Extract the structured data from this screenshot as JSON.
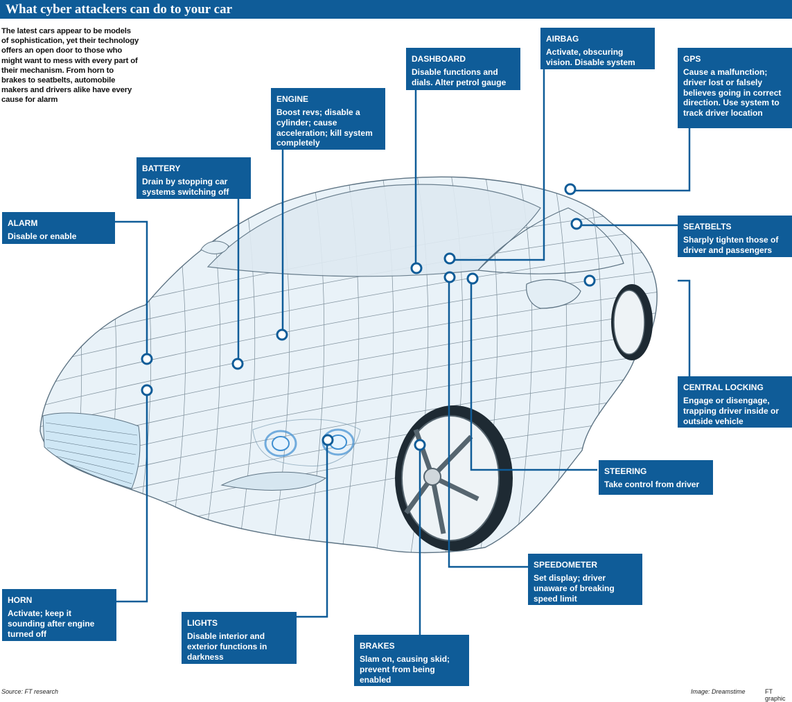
{
  "title": "What cyber attackers can do to your car",
  "intro": "The latest cars appear to be models of sophistication, yet their technology offers an open door to those who might want to mess with every part of their mechanism. From horn to brakes to seatbelts, automobile makers and drivers alike have every cause for alarm",
  "colors": {
    "accent": "#0f5c98",
    "background": "#ffffff"
  },
  "callouts": [
    {
      "id": "alarm",
      "title": "ALARM",
      "text": "Disable or enable"
    },
    {
      "id": "battery",
      "title": "BATTERY",
      "text": "Drain by stopping car systems switching off"
    },
    {
      "id": "engine",
      "title": "ENGINE",
      "text": "Boost revs; disable a cylinder; cause acceleration; kill system completely"
    },
    {
      "id": "dashboard",
      "title": "DASHBOARD",
      "text": "Disable functions and dials. Alter petrol gauge"
    },
    {
      "id": "airbag",
      "title": "AIRBAG",
      "text": "Activate, obscuring vision. Disable system"
    },
    {
      "id": "gps",
      "title": "GPS",
      "text": "Cause a malfunction; driver lost or falsely believes going in correct direction. Use system to track driver location"
    },
    {
      "id": "seatbelts",
      "title": "SEATBELTS",
      "text": "Sharply tighten those of driver and passengers"
    },
    {
      "id": "central-locking",
      "title": "CENTRAL LOCKING",
      "text": "Engage or disengage, trapping driver inside or outside vehicle"
    },
    {
      "id": "steering",
      "title": "STEERING",
      "text": "Take control from driver"
    },
    {
      "id": "speedometer",
      "title": "SPEEDOMETER",
      "text": "Set display; driver unaware of breaking speed limit"
    },
    {
      "id": "brakes",
      "title": "BRAKES",
      "text": "Slam on, causing skid; prevent from being enabled"
    },
    {
      "id": "lights",
      "title": "LIGHTS",
      "text": "Disable interior and exterior functions in darkness"
    },
    {
      "id": "horn",
      "title": "HORN",
      "text": "Activate; keep it sounding after engine turned off"
    }
  ],
  "source": "Source: FT research",
  "image_credit": "Image: Dreamstime",
  "graphic_credit": "FT graphic"
}
